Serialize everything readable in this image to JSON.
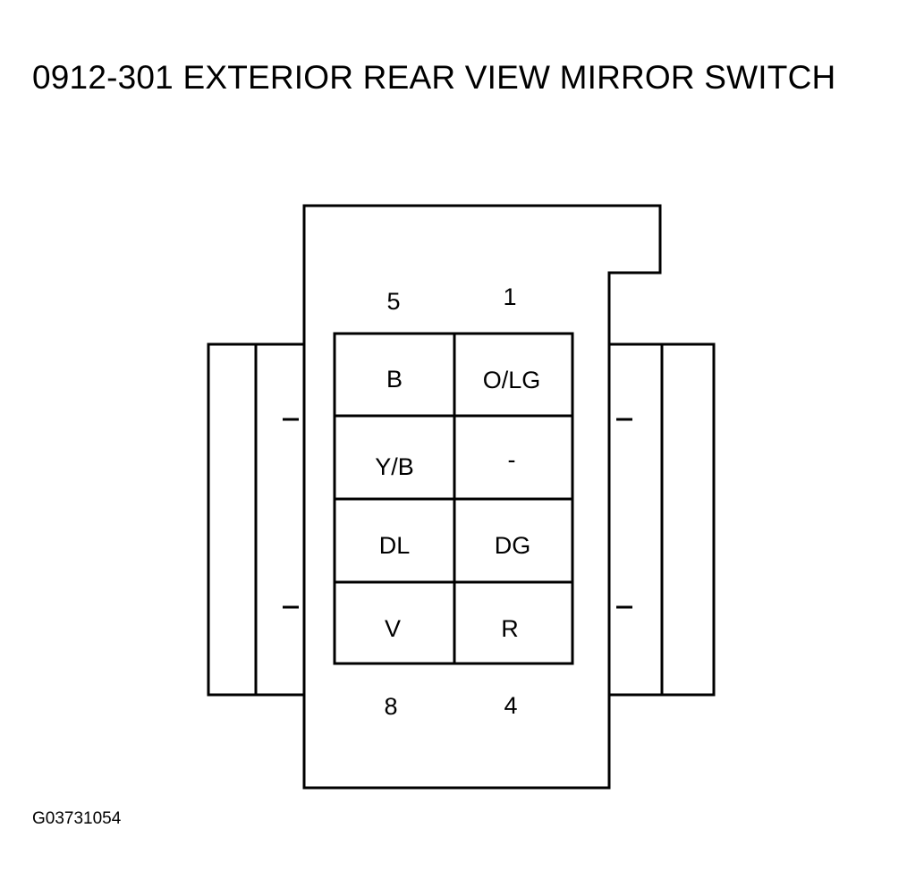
{
  "title": "0912-301 EXTERIOR REAR VIEW MIRROR SWITCH",
  "figure_id": "G03731054",
  "pin_numbers": {
    "top_left": "5",
    "top_right": "1",
    "bottom_left": "8",
    "bottom_right": "4"
  },
  "wire_colors": [
    [
      "B",
      "O/LG"
    ],
    [
      "Y/B",
      "-"
    ],
    [
      "DL",
      "DG"
    ],
    [
      "V",
      "R"
    ]
  ]
}
